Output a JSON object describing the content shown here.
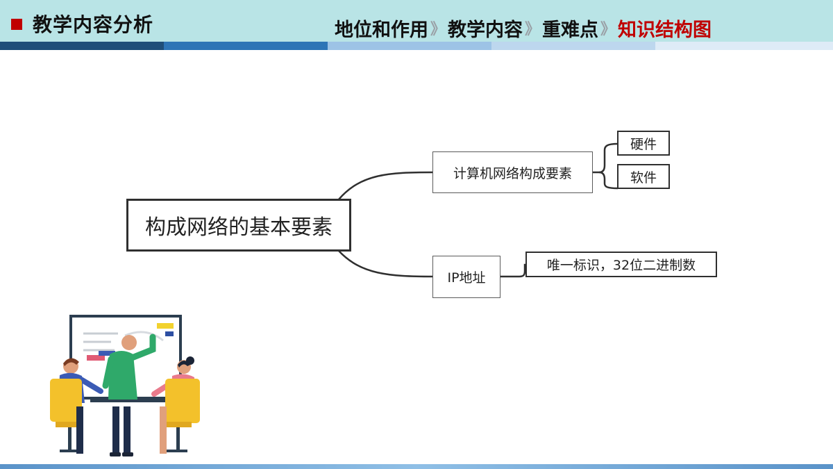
{
  "header": {
    "title": "教学内容分析",
    "nav": [
      {
        "label": "地位和作用",
        "active": false
      },
      {
        "label": "教学内容",
        "active": false
      },
      {
        "label": "重难点",
        "active": false
      },
      {
        "label": "知识结构图",
        "active": true
      }
    ],
    "separator": "》"
  },
  "colors": {
    "header_bg": "#b9e4e6",
    "marker": "#c00000",
    "active_nav": "#c00000",
    "stripe": [
      "#1f4e79",
      "#2e75b6",
      "#9dc3e6",
      "#bdd7ee",
      "#deebf7"
    ]
  },
  "mindmap": {
    "root": "构成网络的基本要素",
    "branches": [
      {
        "label": "计算机网络构成要素",
        "children": [
          "硬件",
          "软件"
        ]
      },
      {
        "label": "IP地址",
        "children": [
          "唯一标识，32位二进制数"
        ]
      }
    ]
  },
  "illustration": {
    "icon": "team-meeting-whiteboard-illustration"
  }
}
